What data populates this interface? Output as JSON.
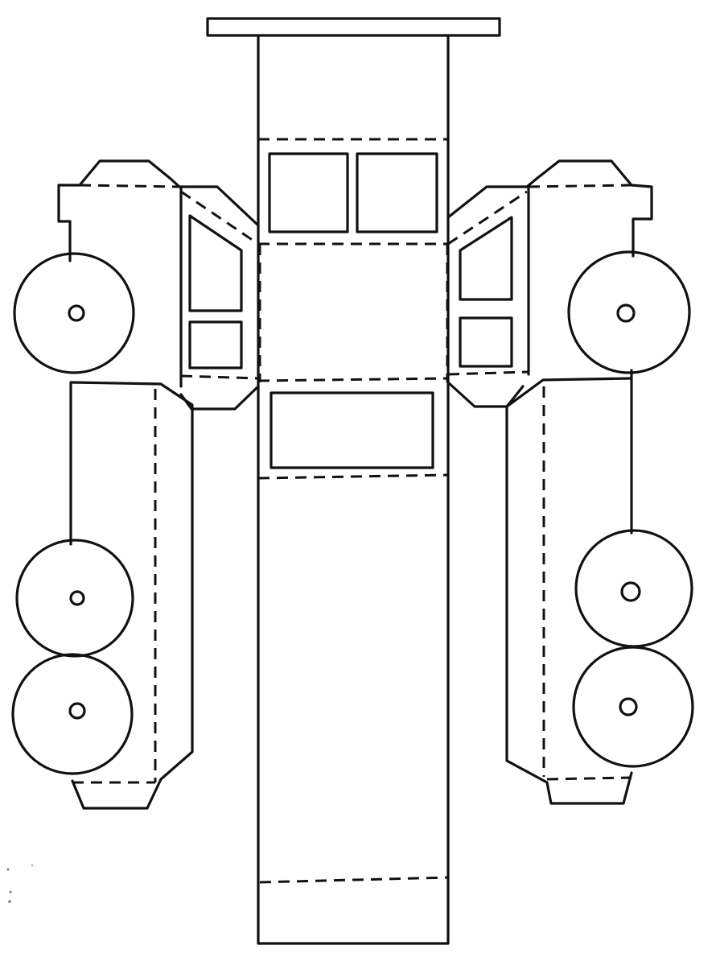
{
  "colors": {
    "ink": "#111111",
    "paper": "#ffffff"
  },
  "legend": {
    "cut_line": "solid",
    "fold_line": "dashed"
  },
  "parts": [
    "roof-tab",
    "cab-panel",
    "window-left",
    "window-right",
    "roof-panel",
    "hood-panel",
    "grille-window",
    "body-panel",
    "bottom-tab",
    "left-side-panel",
    "right-side-panel",
    "wheels"
  ]
}
